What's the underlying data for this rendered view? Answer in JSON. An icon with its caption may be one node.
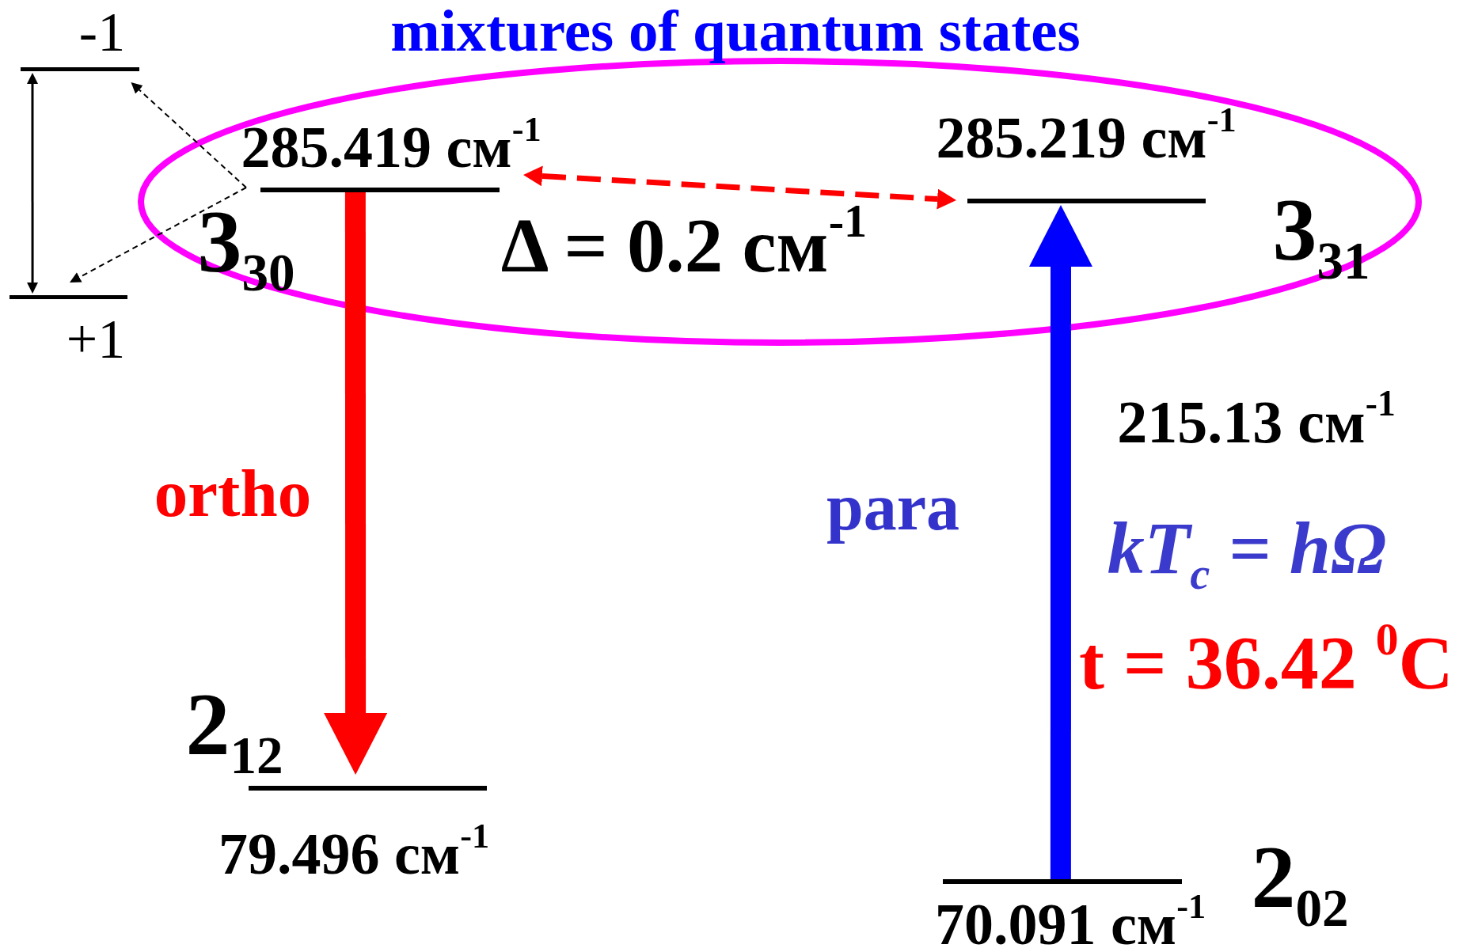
{
  "diagram": {
    "nodes": [
      {
        "text": [
          "mixtures of quantum states"
        ]
      },
      {
        "text": [
          "285.419 см$^{-1}$",
          "3$_{30}$"
        ],
        "in": 0
      },
      {
        "text": [
          "285.219 см$^{-1}$",
          "3$_{31}$"
        ],
        "in": 0
      },
      {
        "text": [
          "2$_{12}$",
          "79.496 см$^{-1}$"
        ]
      },
      {
        "text": [
          "70.091 см$^{-1}$",
          "2$_{02}$"
        ]
      },
      {
        "text": [
          "-1"
        ]
      },
      {
        "text": [
          "+1"
        ]
      }
    ],
    "edges": [
      {
        "from": 1,
        "to": 3,
        "arrow": "to",
        "label": "ortho",
        "style": "thick",
        "color": "#ff0000"
      },
      {
        "from": 4,
        "to": 2,
        "arrow": "to",
        "label": "para",
        "style": "thick",
        "color": "#0000ff"
      },
      {
        "from": 1,
        "to": 2,
        "arrow": "both",
        "label": "Δ = 0.2 см$^{-1}$",
        "style": "dashed",
        "color": "#ff0000"
      },
      {
        "from": 6,
        "to": 5,
        "arrow": "both"
      },
      {
        "from": 1,
        "to": 5,
        "arrow": "to",
        "style": "dashed"
      },
      {
        "from": 1,
        "to": 6,
        "arrow": "to",
        "style": "dashed"
      }
    ],
    "labels": [
      "215.13 см$^{-1}$",
      "kT$_{c}$ = hΩ",
      "t = 36.42 $^{0}$C"
    ]
  }
}
